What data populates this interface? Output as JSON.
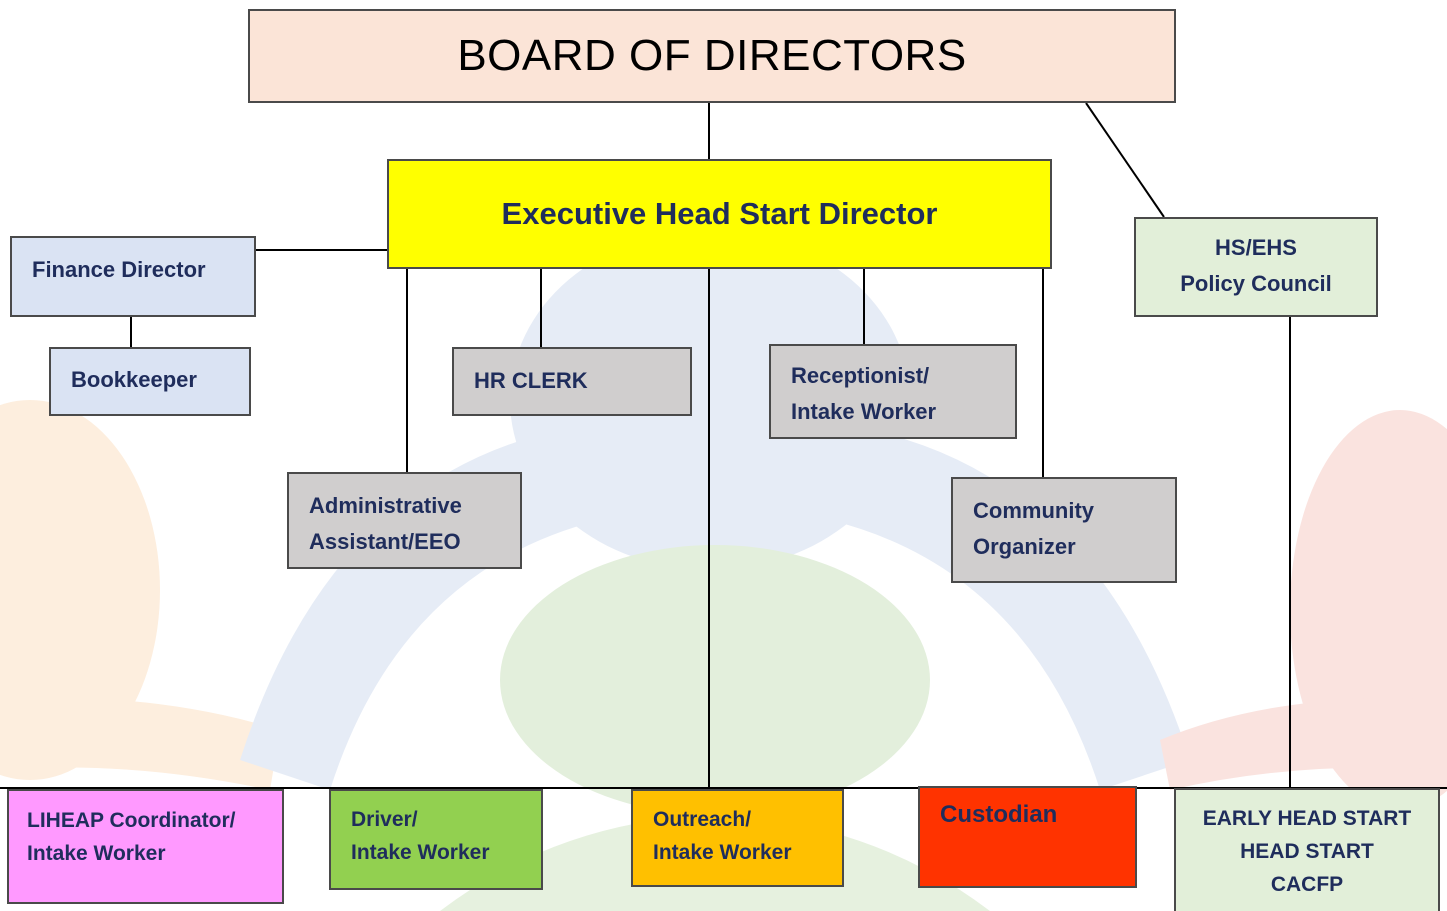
{
  "chart": {
    "board": "BOARD OF DIRECTORS",
    "executive": "Executive Head Start Director",
    "finance": "Finance Director",
    "bookkeeper": "Bookkeeper",
    "hr_clerk": "HR CLERK",
    "receptionist": "Receptionist/\nIntake Worker",
    "admin": "Administrative\nAssistant/EEO",
    "community": "Community\nOrganizer",
    "policy_council": "HS/EHS\nPolicy Council",
    "liheap": "LIHEAP Coordinator/\nIntake Worker",
    "driver": "Driver/\nIntake Worker",
    "outreach": "Outreach/\nIntake Worker",
    "custodian": "Custodian",
    "ehs": "EARLY HEAD START\nHEAD START\nCACFP"
  },
  "colors": {
    "board": "#fbe4d7",
    "executive": "#ffff00",
    "staff_blue": "#dae3f3",
    "staff_gray": "#d0cece",
    "policy_green": "#e2efd9",
    "liheap": "#ff99ff",
    "driver": "#92d050",
    "outreach": "#ffc000",
    "custodian": "#ff3300"
  }
}
